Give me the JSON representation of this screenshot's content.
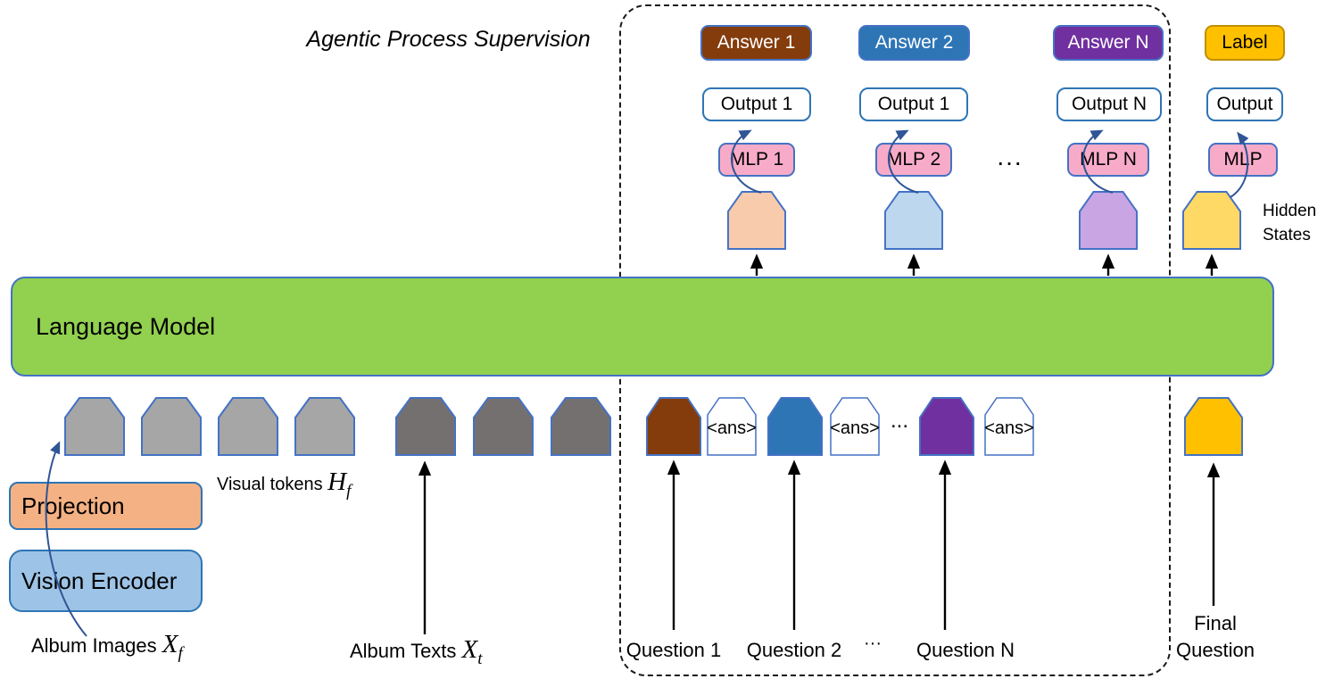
{
  "title": "Agentic Process Supervision",
  "language_model": "Language Model",
  "projection": "Projection",
  "vision_encoder": "Vision Encoder",
  "hidden_states_label": "Hidden States",
  "supervision_columns": [
    {
      "answer": "Answer 1",
      "answer_color": "#843C0C",
      "answer_text_color": "#FFFFFF",
      "output": "Output 1",
      "mlp": "MLP 1",
      "hidden_color": "#F8CBAD"
    },
    {
      "answer": "Answer 2",
      "answer_color": "#2E75B6",
      "answer_text_color": "#FFFFFF",
      "output": "Output 1",
      "mlp": "MLP 2",
      "hidden_color": "#BDD7EE"
    },
    {
      "answer": "Answer N",
      "answer_color": "#7030A0",
      "answer_text_color": "#FFFFFF",
      "output": "Output N",
      "mlp": "MLP N",
      "hidden_color": "#C9A5E4"
    },
    {
      "answer": "Label",
      "answer_color": "#FFC000",
      "answer_text_color": "#000000",
      "output": "Output",
      "mlp": "MLP",
      "hidden_color": "#FFD966"
    }
  ],
  "ellipsis": {
    "mlp_row": "...",
    "token_row": "...",
    "question_row": "···"
  },
  "colors": {
    "language_model": "#92D050",
    "projection": "#F4B183",
    "vision_encoder": "#9DC3E6",
    "mlp": "#F8ABC8",
    "token_border": "#4472C4",
    "arrow_blue": "#2F5597",
    "visual_token": "#A6A6A6",
    "text_token": "#757070",
    "question_tokens": [
      "#843C0C",
      "#2E75B6",
      "#7030A0"
    ],
    "final_token": "#FFC000",
    "ans_token_fill": "#FFFFFF"
  },
  "tokens": {
    "ans_label": "<ans>"
  },
  "captions": {
    "album_images": "Album Images",
    "album_images_var": "X",
    "album_images_sub": "f",
    "visual_tokens": "Visual tokens",
    "visual_tokens_var": "H",
    "visual_tokens_sub": "f",
    "album_texts": "Album Texts",
    "album_texts_var": "X",
    "album_texts_sub": "t",
    "questions": [
      "Question 1",
      "Question 2",
      "Question N"
    ],
    "final_question": [
      "Final",
      "Question"
    ]
  }
}
